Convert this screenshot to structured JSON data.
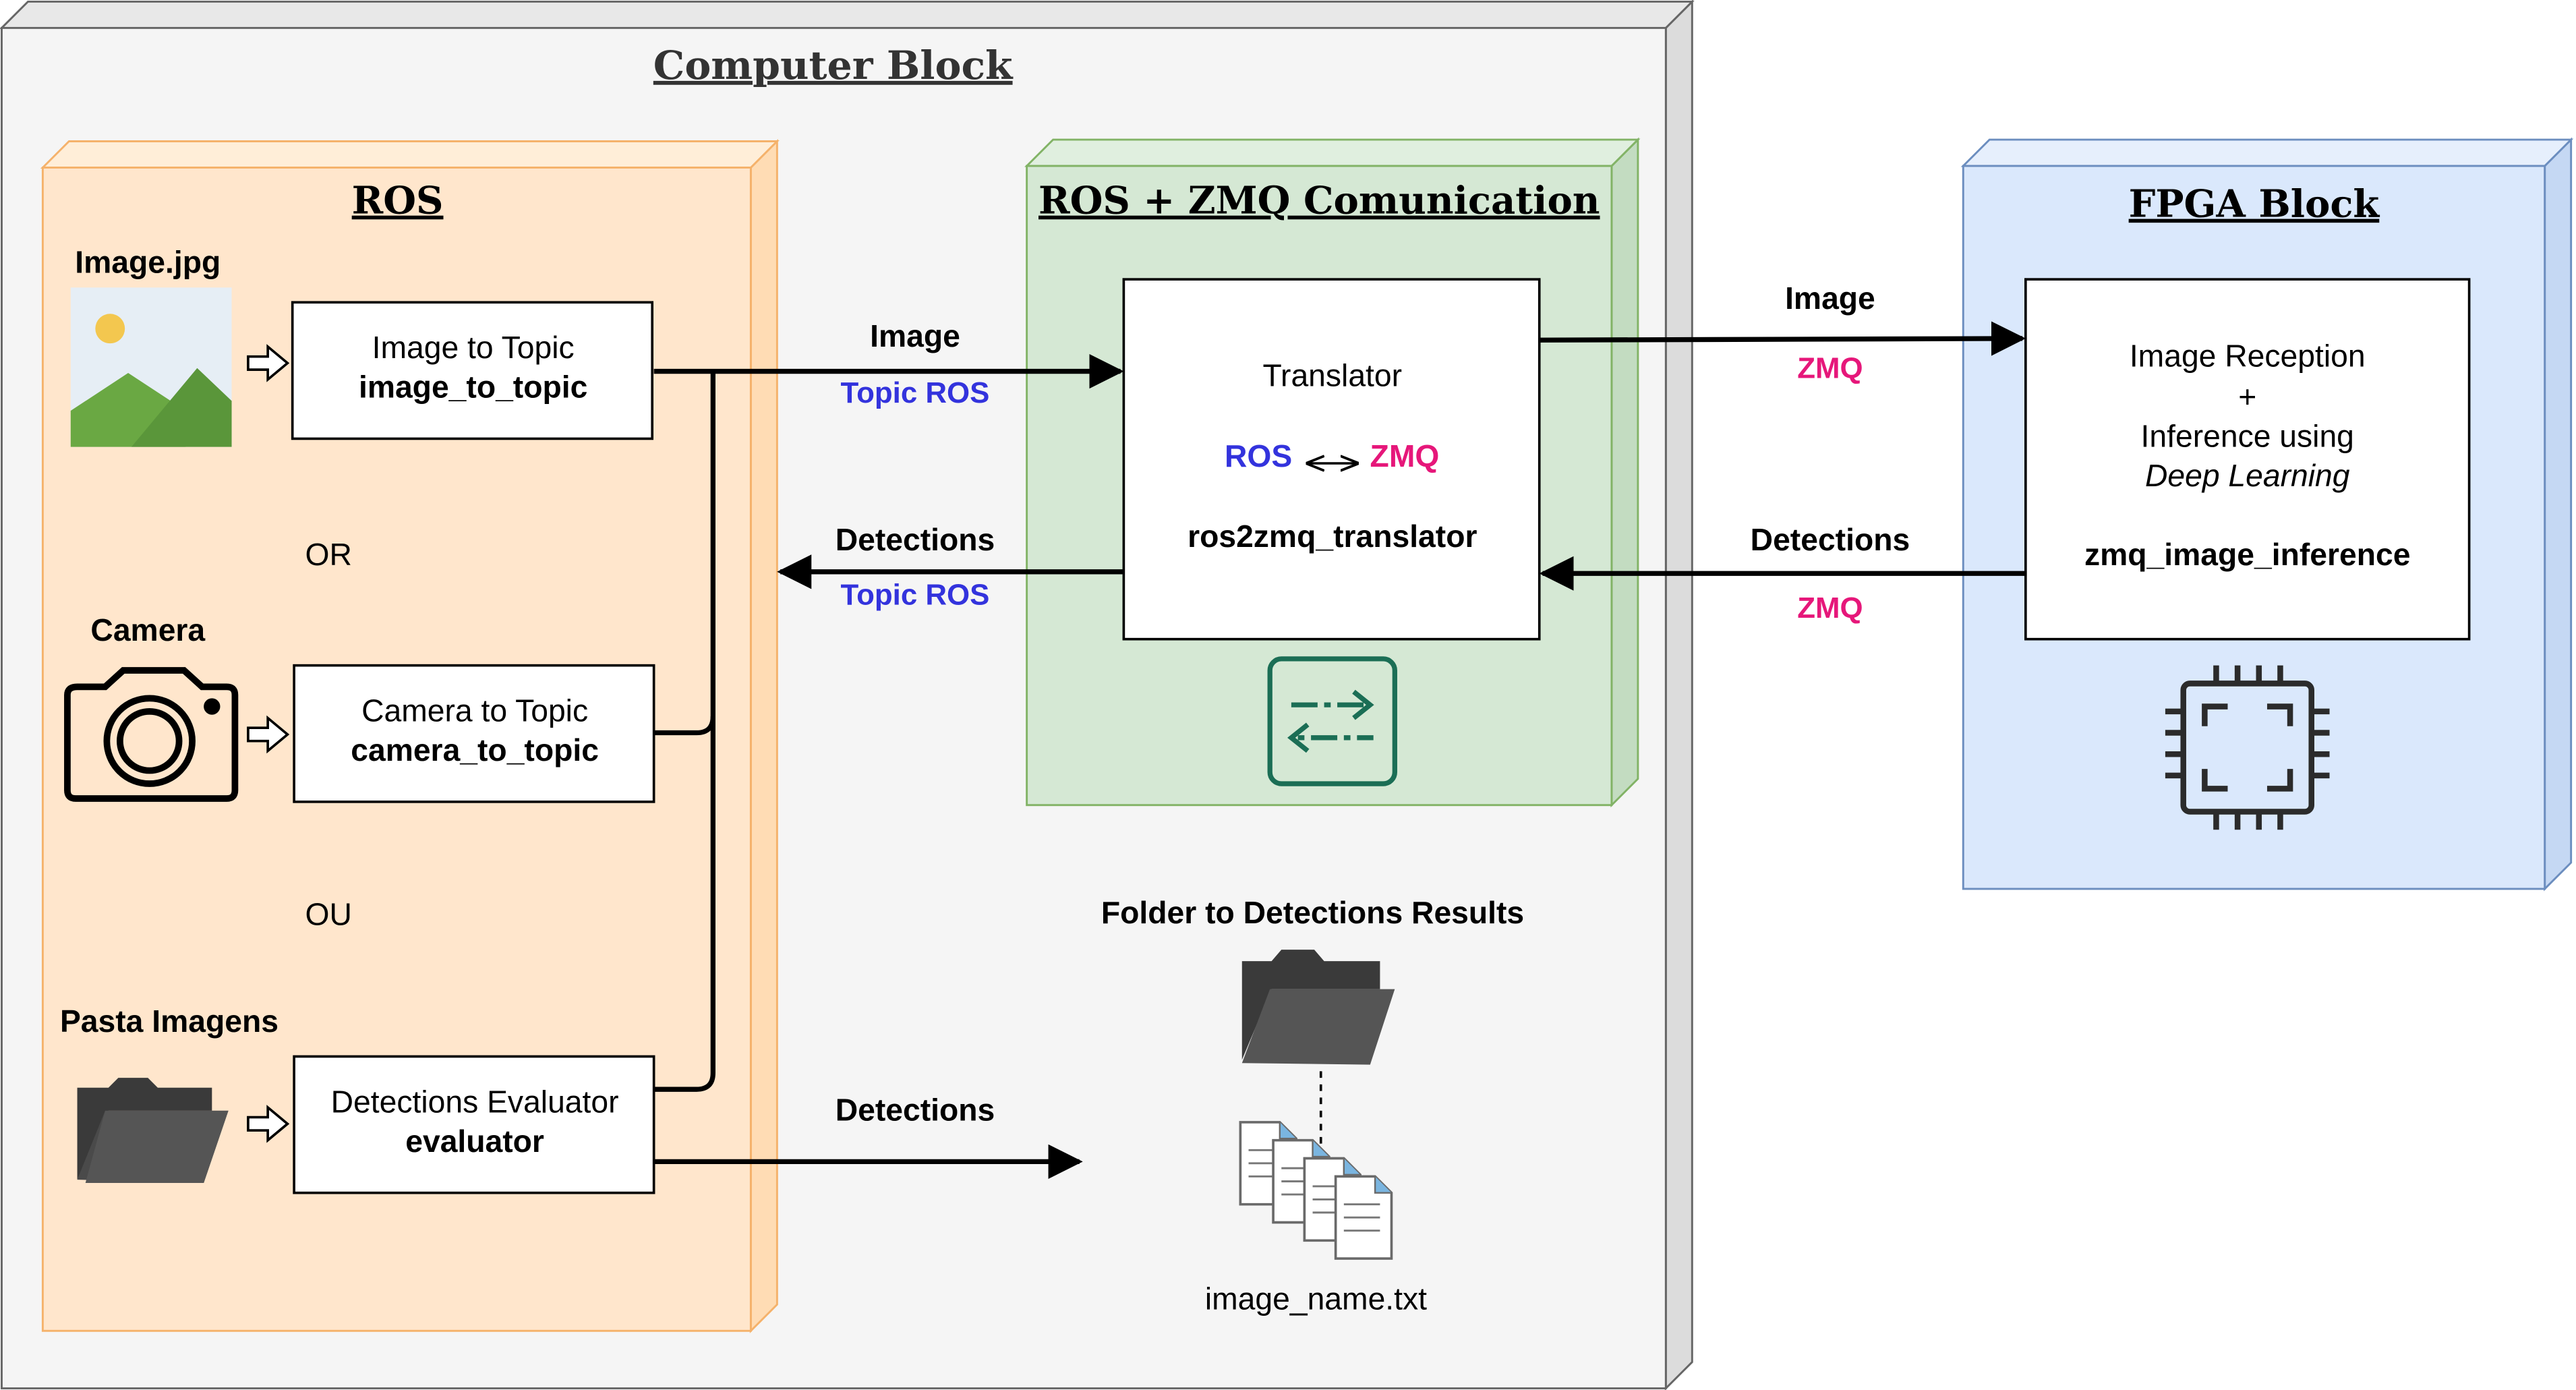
{
  "computer_block": {
    "title": "Computer Block"
  },
  "ros": {
    "title": "ROS",
    "image_label": "Image.jpg",
    "camera_label": "Camera",
    "folder_label": "Pasta Imagens",
    "or_label": "OR",
    "ou_label": "OU",
    "node1": {
      "line1": "Image to Topic",
      "line2": "image_to_topic"
    },
    "node2": {
      "line1": "Camera to Topic",
      "line2": "camera_to_topic"
    },
    "node3": {
      "line1": "Detections Evaluator",
      "line2": "evaluator"
    }
  },
  "comm": {
    "title": "ROS + ZMQ Comunication",
    "translator": {
      "line1": "Translator",
      "ros": "ROS",
      "zmq": "ZMQ",
      "name": "ros2zmq_translator"
    }
  },
  "fpga": {
    "title": "FPGA Block",
    "box": {
      "line1": "Image Reception",
      "line2": "+",
      "line3": "Inference using",
      "line4": "Deep Learning",
      "name": "zmq_image_inference"
    }
  },
  "edges": {
    "image_label": "Image",
    "topic_ros": "Topic ROS",
    "detections_label": "Detections",
    "zmq_label": "ZMQ"
  },
  "results": {
    "title": "Folder to Detections Results",
    "file": "image_name.txt"
  },
  "colors": {
    "ros_blue": "#3333dd",
    "zmq_pink": "#e6177a",
    "orange_fill": "#ffe6cc",
    "orange_stroke": "#f5b26b",
    "green_fill": "#d5e8d4",
    "green_stroke": "#82b366",
    "blue_fill": "#dae8fc",
    "blue_stroke": "#6c8ebf",
    "gray_fill": "#f5f5f5",
    "gray_stroke": "#666666"
  }
}
